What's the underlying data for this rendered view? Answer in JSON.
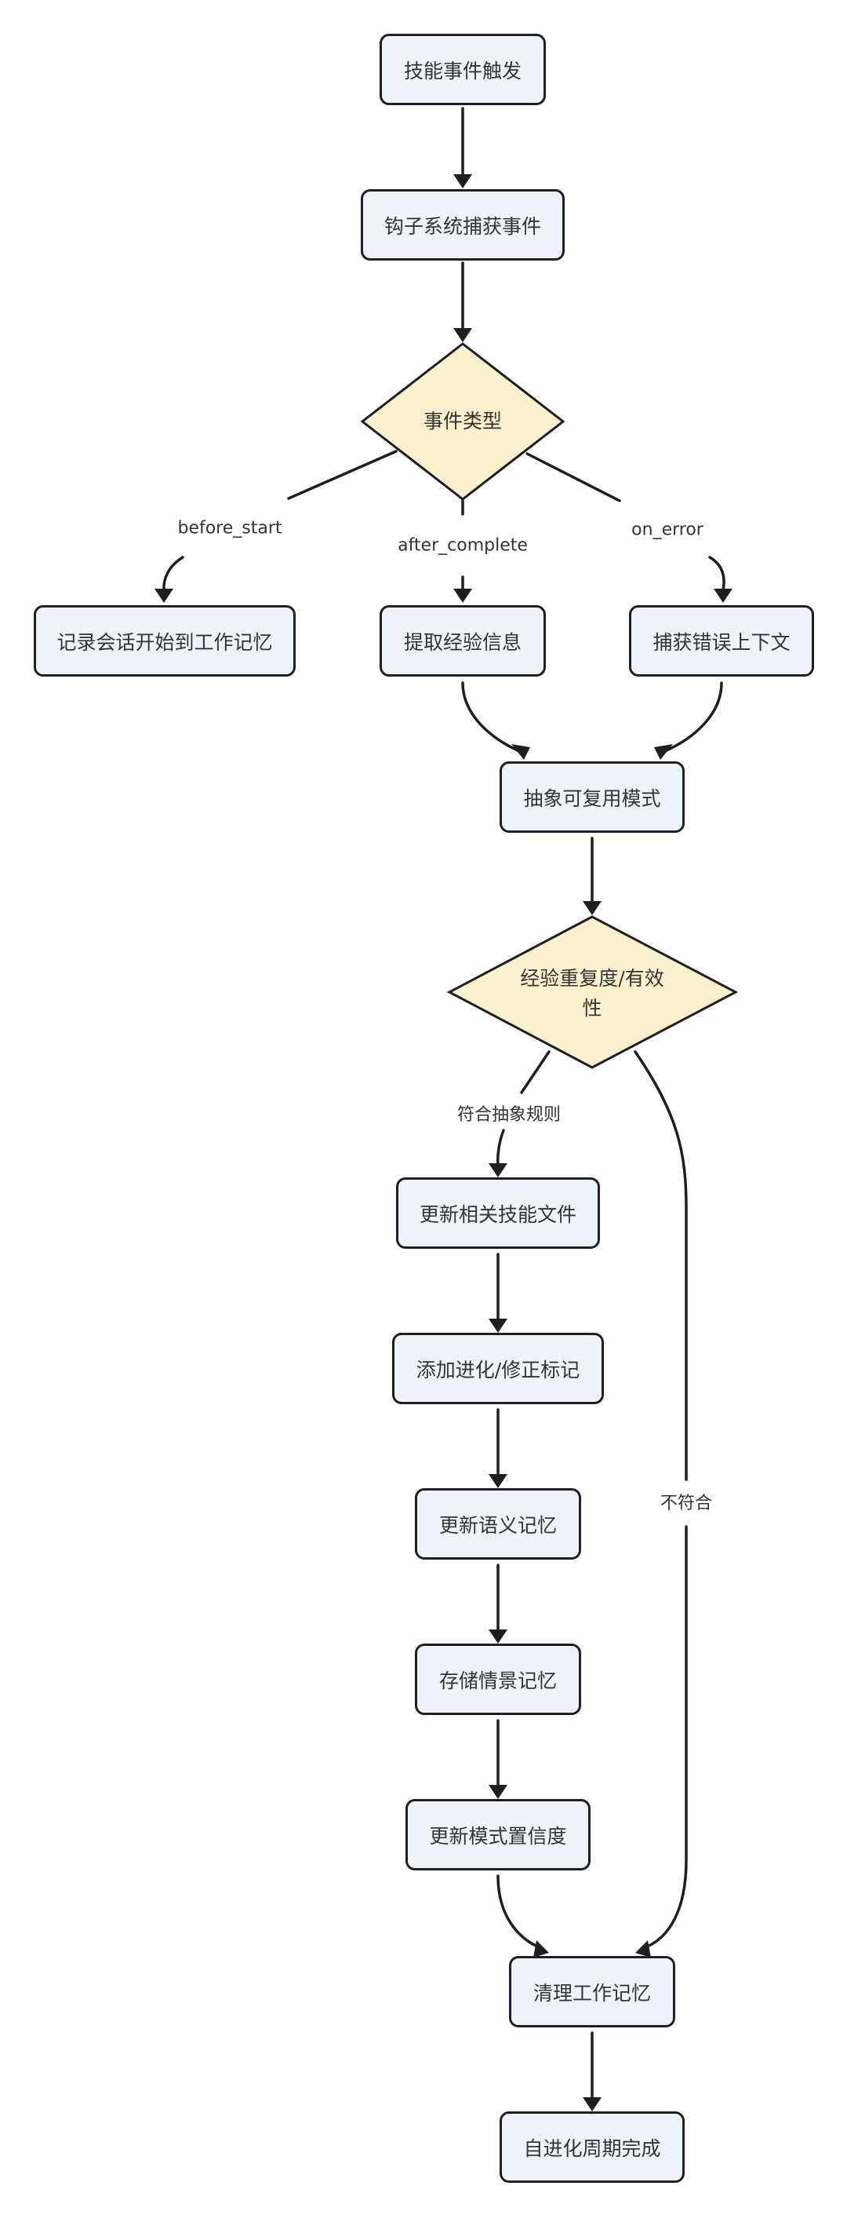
{
  "colors": {
    "node_fill": "#edf2fb",
    "decision_fill": "#fdf0cc",
    "stroke": "#1f1f1f",
    "text": "#333333"
  },
  "nodes": {
    "trigger": "技能事件触发",
    "capture": "钩子系统捕获事件",
    "event_type": "事件类型",
    "record_session": "记录会话开始到工作记忆",
    "extract_experience": "提取经验信息",
    "capture_error": "捕获错误上下文",
    "abstract_pattern": "抽象可复用模式",
    "check_line1": "经验重复度/有效",
    "check_line2": "性",
    "update_skill": "更新相关技能文件",
    "add_marker": "添加进化/修正标记",
    "update_semantic": "更新语义记忆",
    "store_episodic": "存储情景记忆",
    "update_confidence": "更新模式置信度",
    "cleanup": "清理工作记忆",
    "complete": "自进化周期完成"
  },
  "edge_labels": {
    "before_start": "before_start",
    "after_complete": "after_complete",
    "on_error": "on_error",
    "meets_rule": "符合抽象规则",
    "not_meet": "不符合"
  }
}
